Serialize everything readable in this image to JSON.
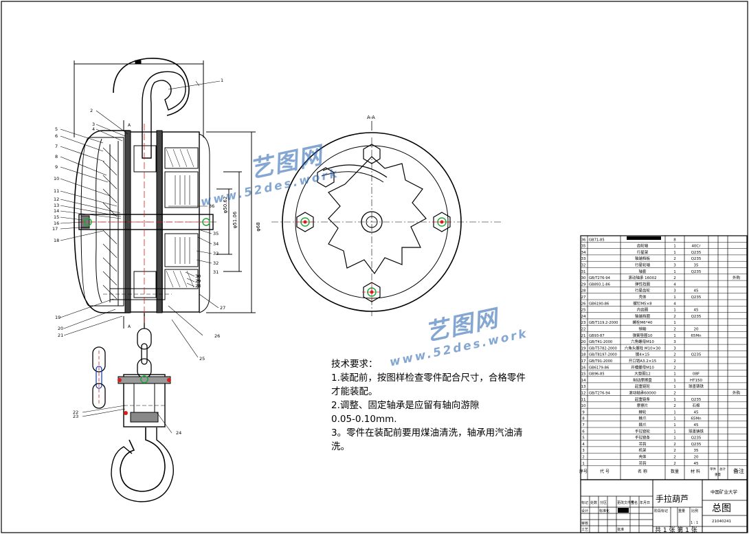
{
  "requirements": {
    "title": "技术要求：",
    "lines": [
      "1.装配前，按图样检查零件配合尺寸，合格零件",
      "才能装配。",
      "2.调整、固定轴承是应留有轴向游隙",
      "0.05-0.10mm.",
      "3。零件在装配前要用煤油清洗，轴承用汽油清",
      "洗。"
    ]
  },
  "view": {
    "section_label": "A-A",
    "cut_mark": "A"
  },
  "dimensions": {
    "d1": "φ68",
    "d2": "φ51.06",
    "d3": "φ50.62"
  },
  "balloons": [
    "1",
    "2",
    "3",
    "4",
    "5",
    "6",
    "7",
    "8",
    "9",
    "10",
    "11",
    "12",
    "13",
    "14",
    "15",
    "16",
    "17",
    "18",
    "19",
    "20",
    "21",
    "22",
    "23",
    "24",
    "25",
    "26",
    "27",
    "28",
    "29",
    "30",
    "31",
    "32",
    "33",
    "34",
    "35",
    "36"
  ],
  "bom": {
    "header": {
      "no": "序号",
      "code": "代 号",
      "name": "名 称",
      "qty": "数量",
      "material": "材 料",
      "unit_wt": "单件",
      "total_wt": "总计",
      "weight": "重量",
      "remark": "备注"
    },
    "rows": [
      [
        "36",
        "GB71-85",
        "",
        "8",
        "",
        ""
      ],
      [
        "35",
        "",
        "齿轮轴",
        "1",
        "40Cr",
        ""
      ],
      [
        "34",
        "",
        "行星架",
        "1",
        "Q235",
        ""
      ],
      [
        "33",
        "",
        "轴端档板",
        "2",
        "Q235",
        ""
      ],
      [
        "32",
        "",
        "行星轮轴",
        "3",
        "35",
        ""
      ],
      [
        "31",
        "",
        "轴套",
        "1",
        "Q235",
        ""
      ],
      [
        "30",
        "GB/T276-94",
        "滚动轴承 16002",
        "2",
        "",
        "外购"
      ],
      [
        "29",
        "GB893.1-86",
        "弹性挡圈",
        "4",
        "",
        ""
      ],
      [
        "28",
        "",
        "行星齿轮",
        "3",
        "45",
        ""
      ],
      [
        "27",
        "",
        "壳体",
        "1",
        "Q235",
        ""
      ],
      [
        "26",
        "GB6190-86",
        "螺钉M5×8",
        "4",
        "",
        ""
      ],
      [
        "25",
        "",
        "内齿圈",
        "1",
        "45",
        ""
      ],
      [
        "24",
        "",
        "轴端挡圈",
        "2",
        "Q235",
        ""
      ],
      [
        "23",
        "GB/T119.2-2000",
        "螺栓M6*40",
        "1",
        "",
        ""
      ],
      [
        "22",
        "",
        "销轴",
        "2",
        "20",
        ""
      ],
      [
        "21",
        "GB93-87",
        "弹簧垫圈10",
        "1",
        "65Mn",
        ""
      ],
      [
        "20",
        "GB/T41-2000",
        "六角螺母M10",
        "3",
        "",
        ""
      ],
      [
        "19",
        "GB/T5782-2000",
        "六角头螺栓 M10×30",
        "3",
        "",
        ""
      ],
      [
        "18",
        "GB/T8197-2000",
        "键4×15",
        "2",
        "Q235",
        ""
      ],
      [
        "17",
        "GB/T91-2000",
        "开口销A3.2×15",
        "2",
        "",
        ""
      ],
      [
        "16",
        "GB6179-86",
        "开槽螺母M10",
        "2",
        "",
        ""
      ],
      [
        "15",
        "GB96-85",
        "大垫圈12",
        "1",
        "08F",
        ""
      ],
      [
        "14",
        "",
        "制动摩擦盘",
        "1",
        "HT150",
        ""
      ],
      [
        "13",
        "",
        "起重链轮",
        "1",
        "球墨铸铁",
        ""
      ],
      [
        "12",
        "GB/T276-94",
        "滚动轴承60000",
        "2",
        "",
        "外购"
      ],
      [
        "11",
        "",
        "起重链条",
        "1",
        "Q235",
        ""
      ],
      [
        "10",
        "",
        "摩擦片",
        "2",
        "石棉",
        ""
      ],
      [
        "9",
        "",
        "棘轮",
        "1",
        "45",
        ""
      ],
      [
        "8",
        "",
        "棘爪",
        "1",
        "65Mn",
        ""
      ],
      [
        "7",
        "",
        "棘爪",
        "1",
        "45",
        ""
      ],
      [
        "6",
        "",
        "手拉链轮",
        "1",
        "球墨铸铁",
        ""
      ],
      [
        "5",
        "",
        "手拉链条",
        "1",
        "Q235",
        ""
      ],
      [
        "4",
        "",
        "吊钩",
        "2",
        "Q235",
        ""
      ],
      [
        "3",
        "",
        "机架",
        "2",
        "35",
        ""
      ],
      [
        "2",
        "",
        "壳体",
        "2",
        "20",
        ""
      ],
      [
        "1",
        "",
        "吊钩",
        "2",
        "45",
        ""
      ]
    ]
  },
  "titleblock": {
    "product": "手拉葫芦",
    "school": "中国矿业大学",
    "drawing_name": "总图",
    "drawing_no": "21040241",
    "sheet": "共 1 张 第 1 张",
    "scale": "1 : 1",
    "labels": {
      "mark": "标记",
      "count": "处数",
      "zone": "分区",
      "change_doc": "更改文件号",
      "sign": "签名",
      "date": "年月日",
      "design": "设计",
      "standard": "标准化",
      "stage": "阶段标记",
      "weight": "重量",
      "scale": "比例",
      "check": "审核",
      "craft": "工艺",
      "approve": "批准"
    }
  },
  "watermark": {
    "brand": "艺图网",
    "url": "www.52des.work"
  }
}
